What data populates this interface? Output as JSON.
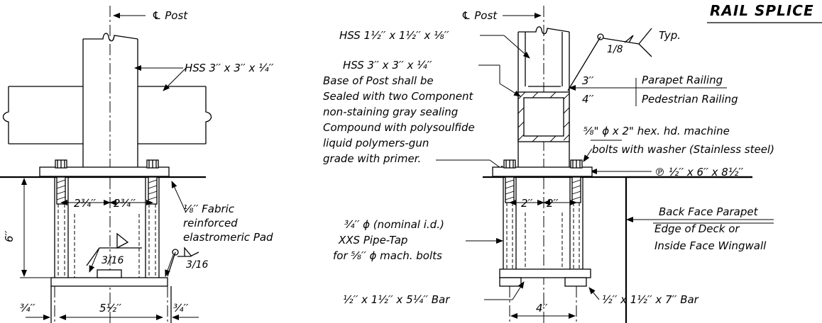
{
  "title": "RAIL SPLICE",
  "left": {
    "cl_post": "℄ Post",
    "hss": "HSS 3′′ x 3′′ x ¼′′",
    "dim_left": "2¾′′",
    "dim_right": "2¾′′",
    "pad_l1": "⅛′′ Fabric",
    "pad_l2": "reinforced",
    "pad_l3": "elastromeric Pad",
    "dim_height": "6′′",
    "weld_a": "3/16",
    "weld_b": "3/16",
    "dim_bottom_left": "¾′′",
    "dim_bottom_mid": "5½′′",
    "dim_bottom_right": "¾′′"
  },
  "right": {
    "cl_post": "℄ Post",
    "hss_small": "HSS 1½′′ x 1½′′ x ⅛′′",
    "hss_big": "HSS 3′′ x 3′′ x ¼′′",
    "weld": "1/8",
    "typ": "Typ.",
    "note": [
      "Base of Post shall be",
      "Sealed with two Component",
      "non-staining gray sealing",
      "Compound with polysoulfide",
      "liquid polymers-gun",
      "grade with primer."
    ],
    "dim_3": "3′′",
    "dim_4": "4′′",
    "parapet": "Parapet Railing",
    "pedestrian": "Pedestrian Railing",
    "bolts_l1": "⅝\" ϕ x 2\" hex. hd. machine",
    "bolts_l2": "bolts with washer (Stainless steel)",
    "plate": "℗ ½′′ x 6′′ x 8½′′",
    "dim_2a": "2′′",
    "dim_2b": "2′′",
    "pipe_l1": "¾′′ ϕ (nominal i.d.)",
    "pipe_l2": "XXS Pipe-Tap",
    "pipe_l3": "for ⅝′′ ϕ mach. bolts",
    "back_l1": "Back Face Parapet",
    "back_l2": "Edge of Deck or",
    "back_l3": "Inside Face Wingwall",
    "bar_left": "½′′ x 1½′′ x 5¼′′ Bar",
    "bar_right": "½′′ x 1½′′ x 7′′ Bar",
    "dim_bottom": "4′′"
  }
}
